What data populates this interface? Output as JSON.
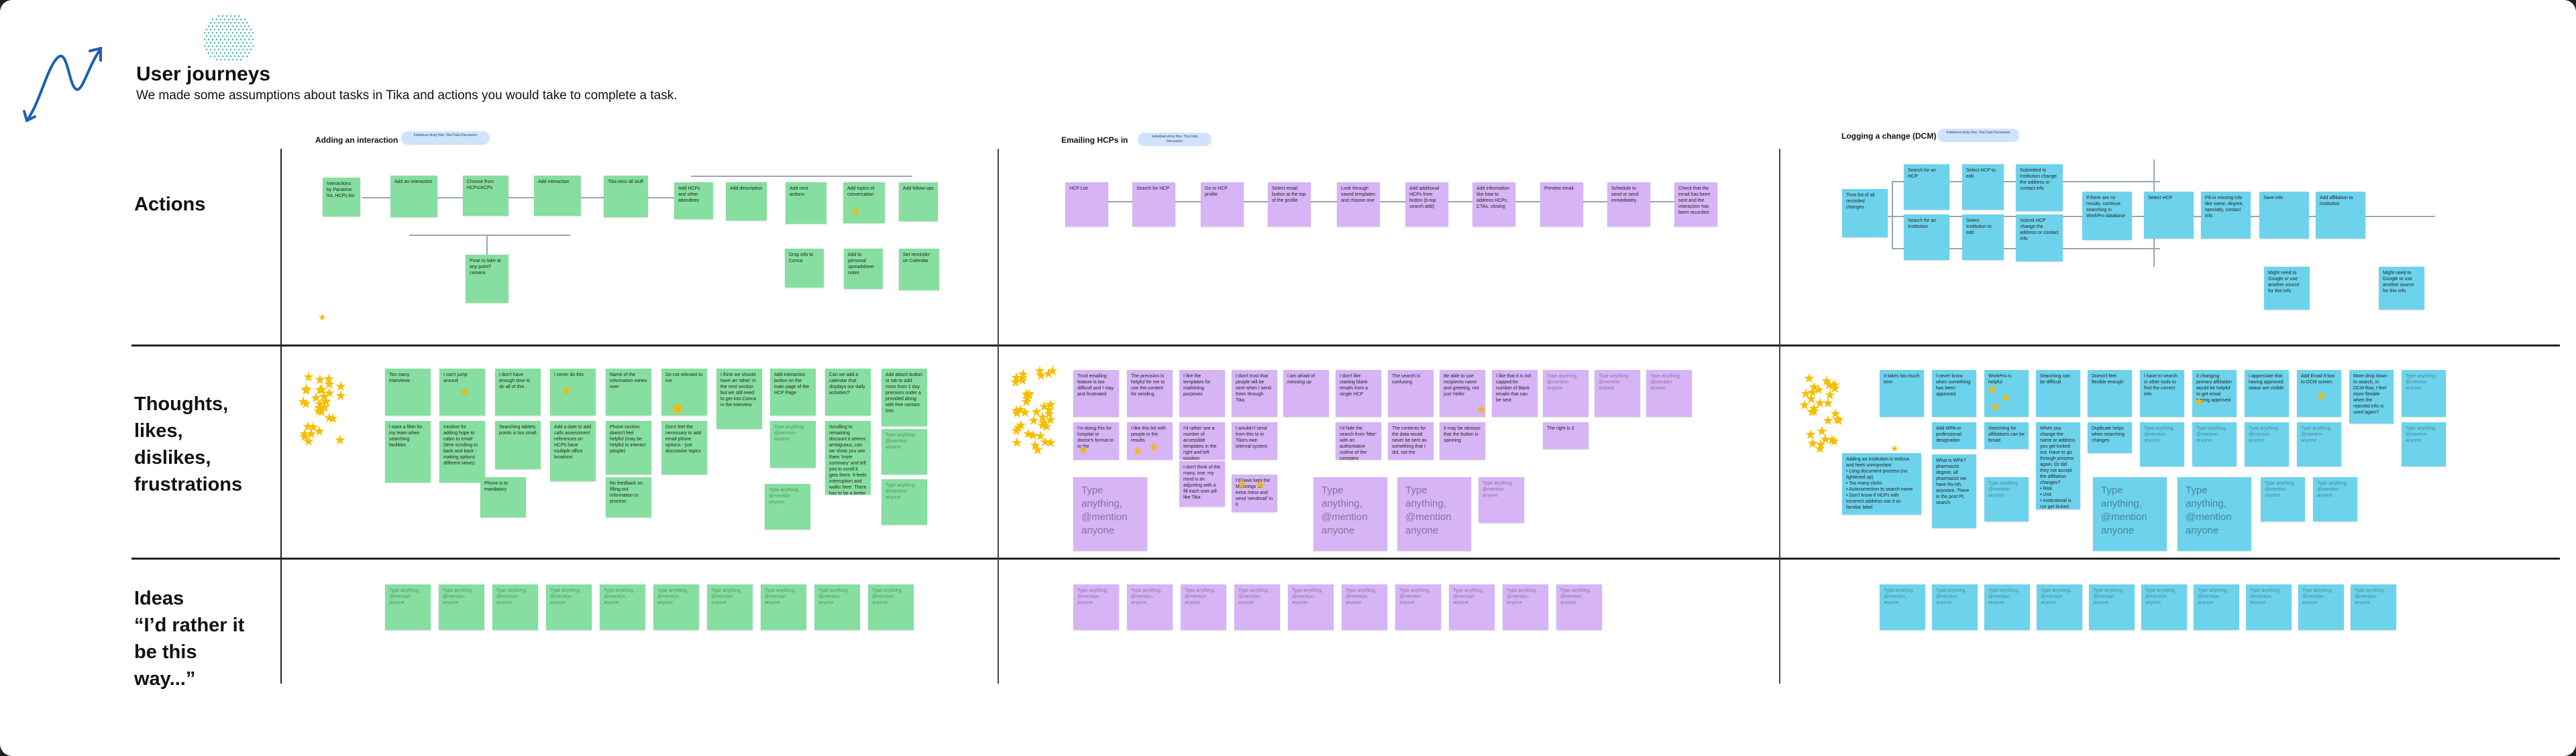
{
  "header": {
    "title": "User journeys",
    "subtitle": "We made some assumptions about tasks in Tika and actions you would take to complete a task."
  },
  "rows": {
    "actions": "Actions",
    "thoughts": "Thoughts,\nlikes,\ndislikes,\nfrustrations",
    "ideas": "Ideas\n“I’d rather it\nbe this\nway...”"
  },
  "colors": {
    "green": "#86dfa0",
    "purple": "#d6b4f6",
    "blue": "#6dd3ec",
    "pill": "#cfe3fb",
    "star": "#f7bd00"
  },
  "placeholder": "Type anything, @mention anyone",
  "columns": [
    {
      "title": "Adding an interaction",
      "pill": "Individual sticky flow, Tika Data Discussion",
      "actions": [
        "Interactions by Paratime list, HCPs list",
        "Add an interaction",
        "Choose from HCPs/ACPs",
        "Add interaction",
        "Tika wins all stuff",
        "Add HCPs and other attendees",
        "Add description",
        "Add next actions",
        "Add topics of conversation",
        "Add follow-ups"
      ],
      "actions_lower": [
        "Pose to take at any point? camera",
        "Drop info to Conca",
        "Add to personal spreadsheet notes",
        "Set reminder on Calendar"
      ],
      "thoughts_top": [
        "Too many interviews",
        "I can't jump around",
        "I don't have enough time to do all of this",
        "I never do this",
        "Name of the information varies over",
        "Do not relevant to me",
        "I think we should have an 'other' in the next section but we still need to get into Conca in the interview",
        "Add interaction button on the main page of the HCP Page",
        "Can we add a calendar that displays our daily activities?",
        "Add attach button or tab to add more from 1 day premium under a provided along with free contact lists"
      ],
      "thoughts_mid": [
        "I want a filter for my team when searching facilities",
        "Intuitive for adding hope to cabin to email (time scrolling to back and back - making options different views)",
        "Searching tablets points is too small",
        "Add a date to add calls assessment references on HCPs have multiple office locations",
        "Phone section doesn't feel helpful (may be helpful to interact people)",
        "Don't feel the necessary to add email phone options - just discussion topics",
        "",
        "Scrolling to remaining discount it seems ambiguous, can we show you see them 'more summary' and tell you to scroll it gets there. It feels interruption and walks here. There has to be a better way",
        ""
      ],
      "thoughts_low": [
        "Phone is to mandatory",
        "No feedback on filling out information or process"
      ],
      "ideas_count": 10
    },
    {
      "title": "Emailing HCPs in",
      "pill": "Individual sticky flow, Tika Data Discussion",
      "actions": [
        "HCP List",
        "Search for HCP",
        "Go to HCP profile",
        "Select email button at the top of the profile",
        "Look through saved templates and choose one",
        "Add additional HCPs from button (b-top search add)",
        "Add information like how to address HCPs, CTAs, closing",
        "Preview email",
        "Schedule to send or send immediately",
        "Check that the email has been sent and the interaction has been recorded"
      ],
      "thoughts_top": [
        "Trust emailing feature is too difficult and I stay and frustrated",
        "The precision is helpful for me to use the content for sending",
        "I like the templates for marketing purposes",
        "I don't trust that people will be sent when I send them through Tika",
        "I am afraid of messing up",
        "I don't like starting blank emails from a single HCP",
        "The search is confusing",
        "Be able to use recipients name and greeting, not just 'Hello'",
        "I like that it is not capped for number of blank emails that can be sent"
      ],
      "thoughts_mid": [
        "I'm doing this for hospital or doctor's format to to the",
        "I like this list with people in the results",
        "I'd rather see a number of accessible templates in the right and left position",
        "I wouldn't send from this to in Tika's own internal system",
        "I'd hide the search from 'filter' with an authoritative outline of the company",
        "The contents for the data would never be sent as something that I did, not the",
        "It may be obvious that the button is spinning",
        "The right is 3"
      ],
      "thoughts_low": [
        "I don't think of the many, one: my mind is an adjusting with a fill each over pill like Tika",
        "I'd have kept the Meanings an extra mess and send 'sendmail' in it"
      ],
      "ideas_count": 10
    },
    {
      "title": "Logging a change (DCM)",
      "pill": "Individual sticky flow, Tika Data Discussion",
      "actions": [
        "Time list of all recorded changes",
        "Search for an HCP",
        "Select HCP to edit",
        "Submitted to Institution change the address or contact info",
        "Search for an Institution",
        "Select Institution to edit",
        "Submit HCP change the address or contact info",
        "If there are no results, continue searching in WorkPro database",
        "Select HCP",
        "Fill in missing info like name, degree, specialty, contact info",
        "Save info",
        "Add affiliation to institution"
      ],
      "actions_lower": [
        "Might need to Google or use another source for this info",
        "Might need to Google or use another source for this info"
      ],
      "thoughts_top": [
        "It takes too much time",
        "I never know when something has been approved",
        "WorkPro is helpful",
        "Searching can be difficult",
        "Doesn't feel flexible enough",
        "I have to search in other tools to find the correct info",
        "It changing primary affiliation would be helpful to get email saying approved",
        "I appreciate that having approved status are visible",
        "Add Email if box to DCM screen",
        "More drop down to search, in DCM flow, I feel more flexible when the rejected info is used again?"
      ],
      "thoughts_mid": [
        "Adding an institution is tedious and feels unimportant\n• Long document process (no lightened up)\n• Too many clicks\n• Autocorrection to search name\n• Don't know if HCPs with incorrect address use it as familiar label",
        "Add WPA or professional designation",
        "Searching for affiliations can be broad",
        "When you change the name or address you get kicked out. Have to go through process again. Or did they not accept the affiliation changes?\n• Risk\n• Unit\n• Institutional is not get kicked out",
        "Duplicate helps when searching changes",
        "What is WPA? pharmacist degree, all pharmacist we have Rx-ish anymore, There in the post PL search"
      ],
      "ideas_count": 10
    }
  ]
}
